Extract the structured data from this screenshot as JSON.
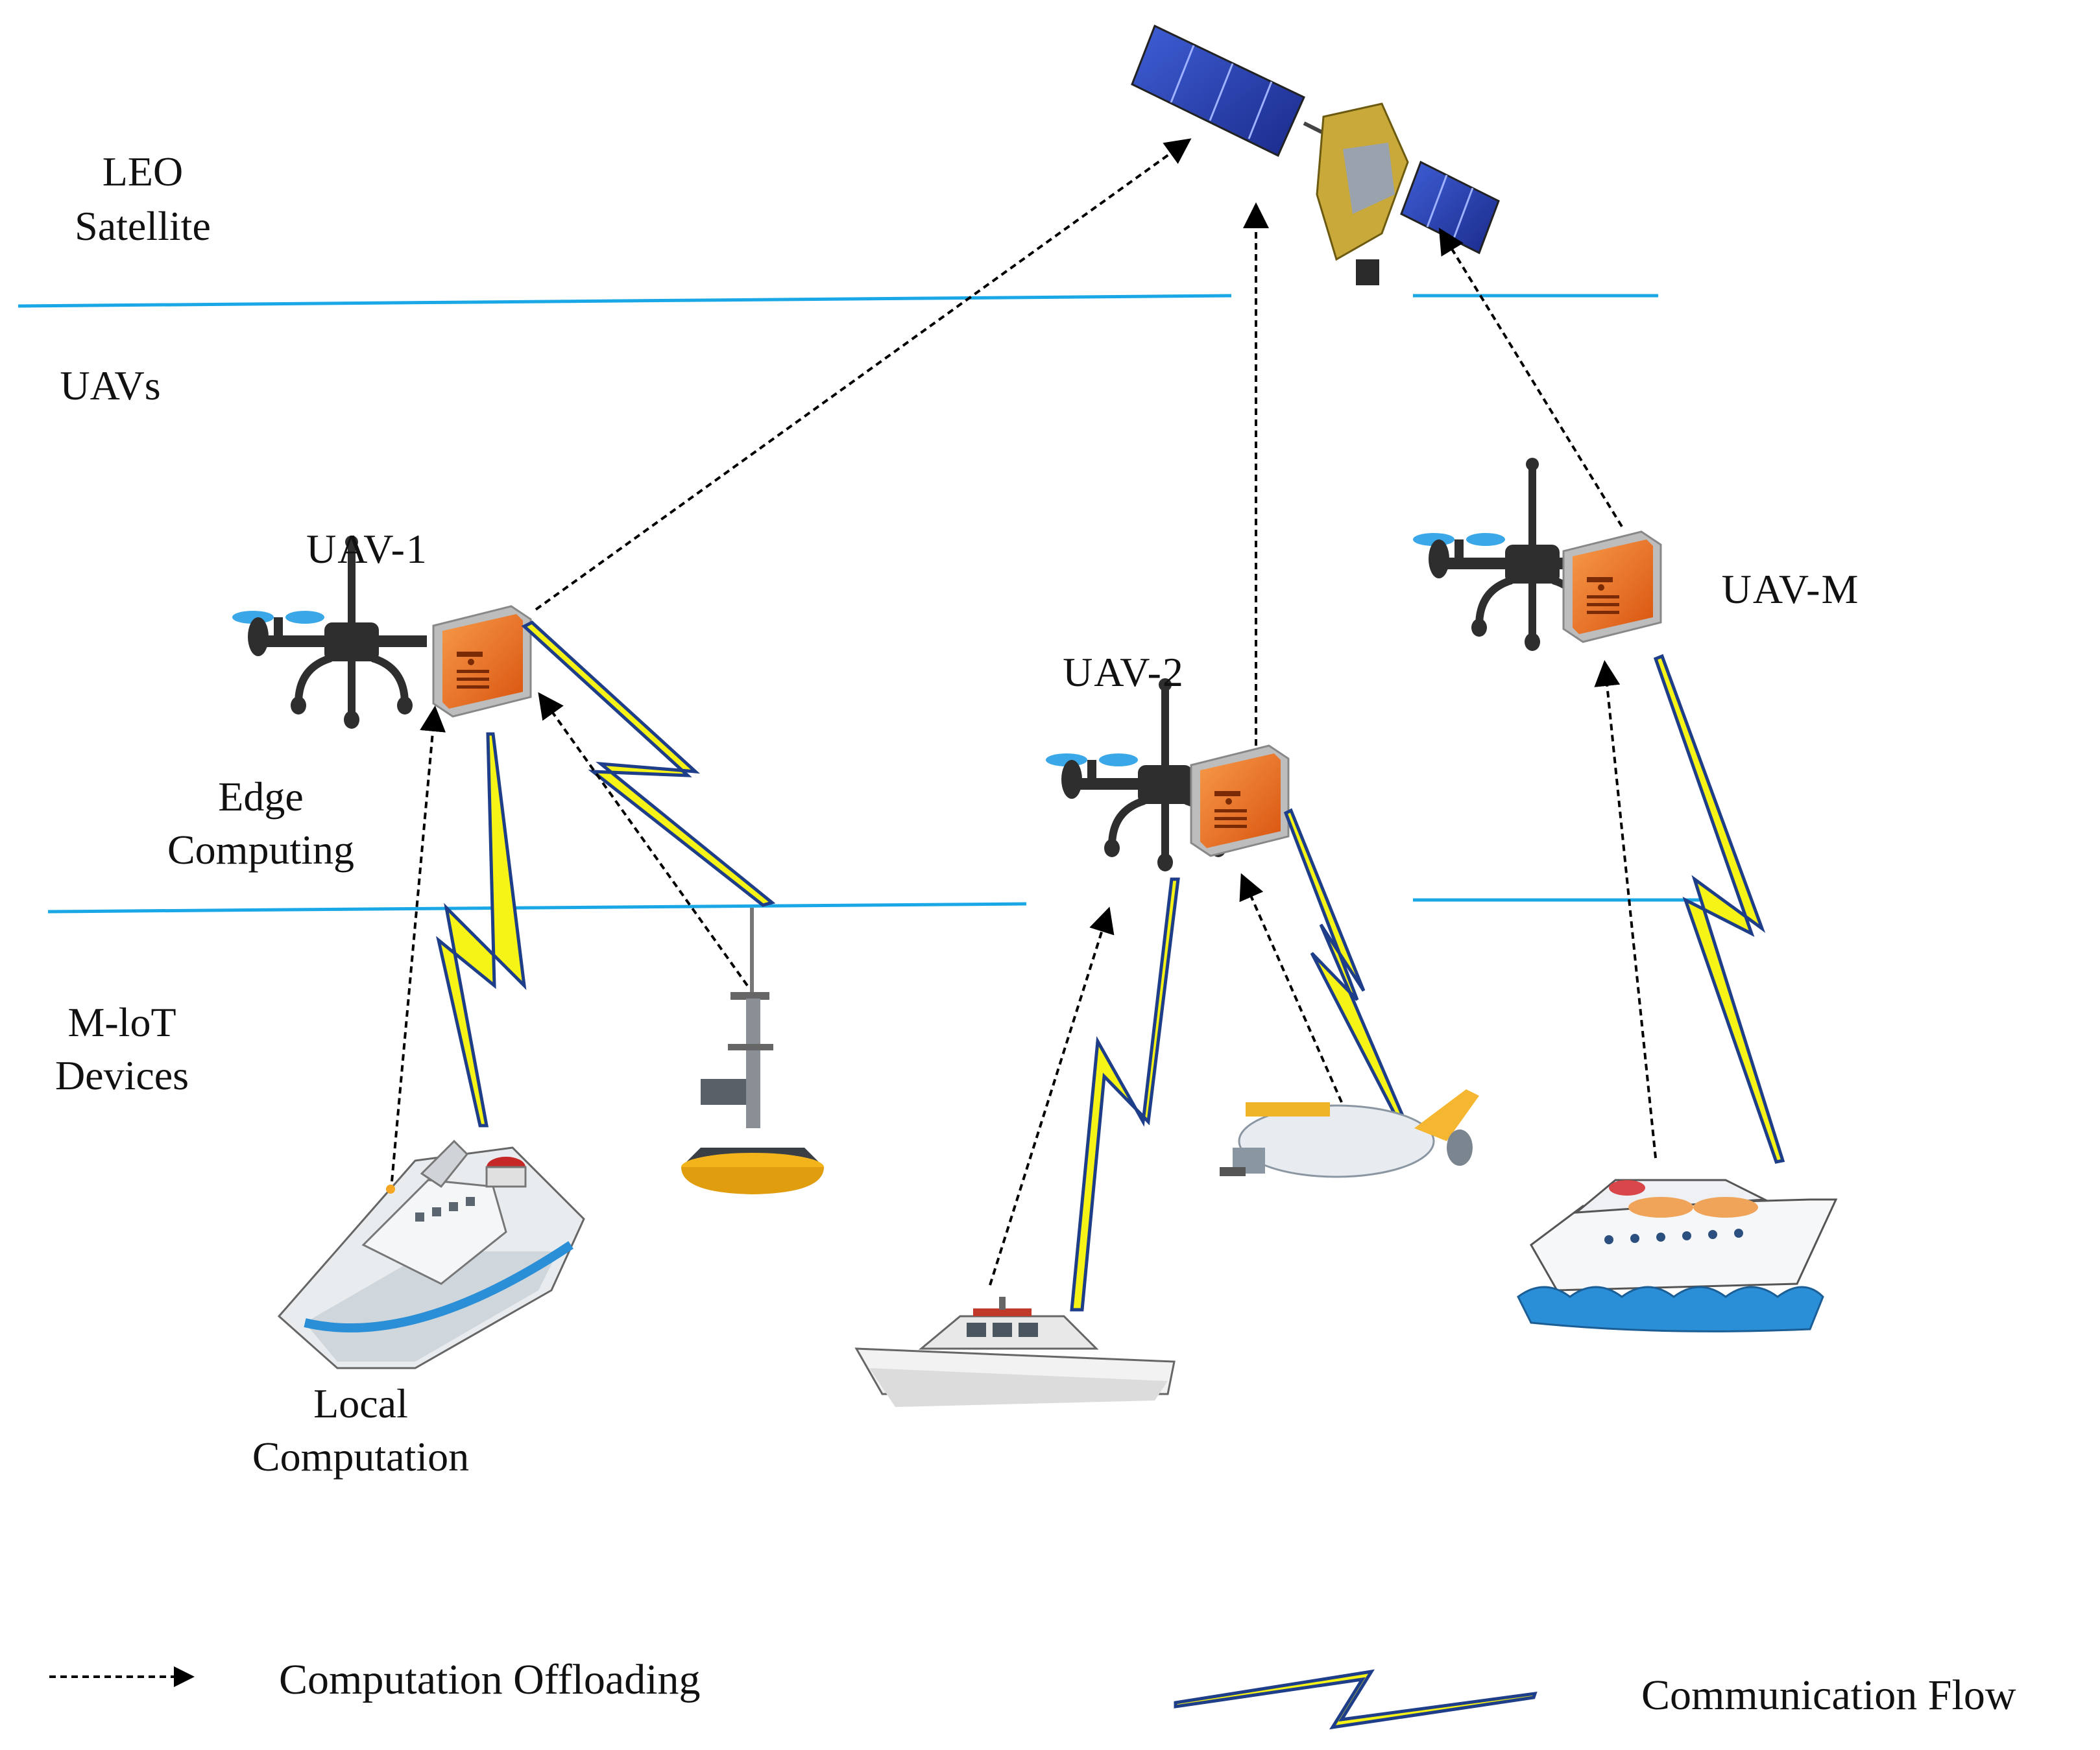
{
  "layers": {
    "leo_line1": "LEO",
    "leo_line2": "Satellite",
    "uavs": "UAVs",
    "edge_line1": "Edge",
    "edge_line2": "Computing",
    "miot_line1": "M-loT",
    "miot_line2": "Devices"
  },
  "uavs": {
    "uav1": "UAV-1",
    "uav2": "UAV-2",
    "uavm": "UAV-M"
  },
  "local": {
    "line1": "Local",
    "line2": "Computation"
  },
  "legend": {
    "offloading": "Computation Offloading",
    "communication": "Communication Flow"
  },
  "icons": {
    "satellite": "satellite-icon",
    "uav": "drone-icon",
    "server": "edge-server-icon",
    "ship": "cargo-ship-icon",
    "buoy": "buoy-icon",
    "boat": "motor-boat-icon",
    "submarine": "submersible-icon",
    "cruise": "cruise-ship-icon"
  },
  "colors": {
    "divider": "#1aa7e6",
    "bolt_fill": "#f6f316",
    "bolt_stroke": "#1f3e8a",
    "server": "#e8651a",
    "drone": "#2e2e2e",
    "propeller": "#3aa8e8"
  }
}
